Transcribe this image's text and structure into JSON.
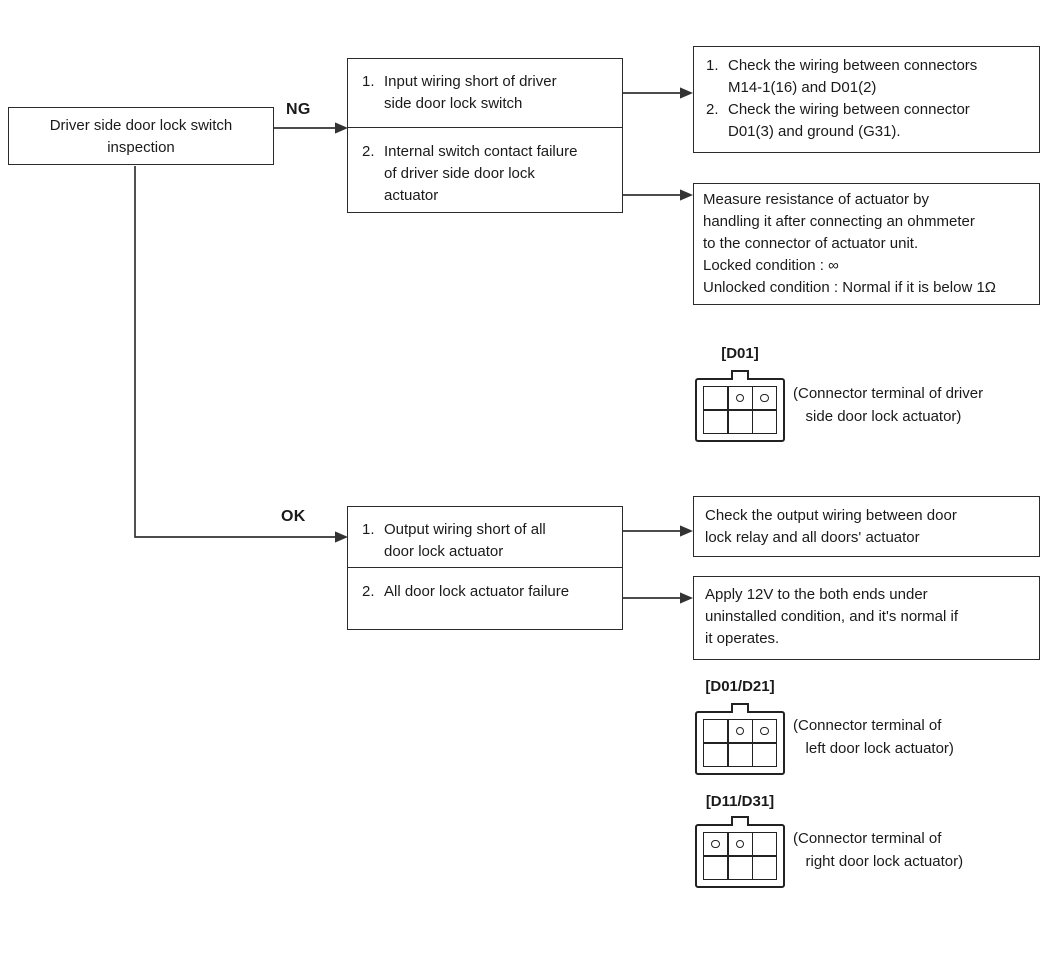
{
  "diagram": {
    "start": {
      "text": "Driver side door lock switch\ninspection"
    },
    "ng_label": "NG",
    "ok_label": "OK",
    "ng_causes": {
      "items": [
        {
          "num": "1.",
          "text": "Input wiring short of driver\nside door lock switch"
        },
        {
          "num": "2.",
          "text": "Internal switch contact failure\nof driver side door lock\nactuator"
        }
      ]
    },
    "ng_actions": {
      "check_wiring": {
        "items": [
          {
            "num": "1.",
            "text": "Check the wiring between connectors\nM14-1(16) and D01(2)"
          },
          {
            "num": "2.",
            "text": "Check the wiring between connector\nD01(3) and ground (G31)."
          }
        ]
      },
      "measure_resistance": {
        "text": "Measure resistance of actuator by\nhandling it after connecting an ohmmeter\nto the connector of actuator unit.\nLocked condition : ∞\nUnlocked condition : Normal if it is below 1Ω"
      }
    },
    "ok_causes": {
      "items": [
        {
          "num": "1.",
          "text": "Output wiring short of all\ndoor lock actuator"
        },
        {
          "num": "2.",
          "text": "All door lock actuator failure"
        }
      ]
    },
    "ok_actions": {
      "check_output": {
        "text": "Check the output wiring between door\nlock relay and all doors' actuator"
      },
      "apply_12v": {
        "text": "Apply 12V to the both ends under\nuninstalled condition, and it's normal if\nit operates."
      }
    },
    "connectors": [
      {
        "label": "[D01]",
        "caption": "(Connector terminal of driver\n   side door lock actuator)",
        "pin_cells": [
          2,
          3
        ]
      },
      {
        "label": "[D01/D21]",
        "caption": "(Connector terminal of\n   left door lock actuator)",
        "pin_cells": [
          2,
          3
        ]
      },
      {
        "label": "[D11/D31]",
        "caption": "(Connector terminal of\n   right door lock actuator)",
        "pin_cells": [
          1,
          2
        ]
      }
    ]
  },
  "colors": {
    "background": "#ffffff",
    "text": "#1a1a1a",
    "box_border": "#2b2b2b",
    "wire": "#333333"
  }
}
